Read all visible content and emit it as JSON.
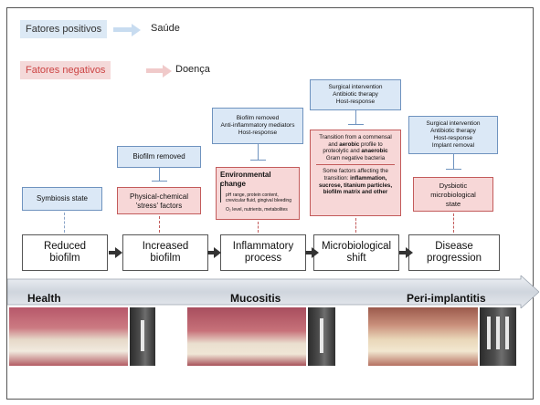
{
  "legend": {
    "positive": {
      "label": "Fatores positivos",
      "result": "Saúde"
    },
    "negative": {
      "label": "Fatores negativos",
      "result": "Doença"
    }
  },
  "top_boxes": {
    "symbiosis": "Symbiosis state",
    "biofilm_removed_1": "Biofilm removed",
    "mucositis_mod": [
      "Biofilm removed",
      "Anti-inflammatory mediators",
      "Host-response"
    ],
    "shift_mod": [
      "Surgical intervention",
      "Antibiotic therapy",
      "Host-response"
    ],
    "peri_mod": [
      "Surgical intervention",
      "Antibiotic therapy",
      "Host-response",
      "Implant removal"
    ]
  },
  "red_boxes": {
    "stress": {
      "line1": "Physical-chemical",
      "line2": "'stress' factors"
    },
    "env": {
      "title": "Environmental change",
      "detail1": "pH range, protein content,",
      "detail2": "crevicular fluid, gingival bleeding",
      "detail3": "O₂ level, nutrients, metabolites"
    },
    "transition": {
      "p1_a": "Transition from a commensal",
      "p1_b": "and ",
      "p1_b_bold": "aerobic",
      "p1_b2": " profile to",
      "p1_c": "proteolytic and ",
      "p1_c_bold": "anaerobic",
      "p1_d": "Gram negative bacteria",
      "p2_a": "Some factors affecting the",
      "p2_b": "transition: ",
      "p2_b_bold": "inflammation,",
      "p2_c": "sucrose, titanium particles,",
      "p2_d": "biofilm matrix and other"
    },
    "dysbiotic": [
      "Dysbiotic",
      "microbiological",
      "state"
    ]
  },
  "stages": [
    {
      "line1": "Reduced",
      "line2": "biofilm"
    },
    {
      "line1": "Increased",
      "line2": "biofilm"
    },
    {
      "line1": "Inflammatory",
      "line2": "process"
    },
    {
      "line1": "Microbiological",
      "line2": "shift"
    },
    {
      "line1": "Disease",
      "line2": "progression"
    }
  ],
  "band": {
    "health": "Health",
    "mucositis": "Mucositis",
    "peri": "Peri-implantitis"
  },
  "colors": {
    "blue_box": "#dbe8f6",
    "red_box": "#f7d7d7",
    "band": "#d9dde3"
  }
}
